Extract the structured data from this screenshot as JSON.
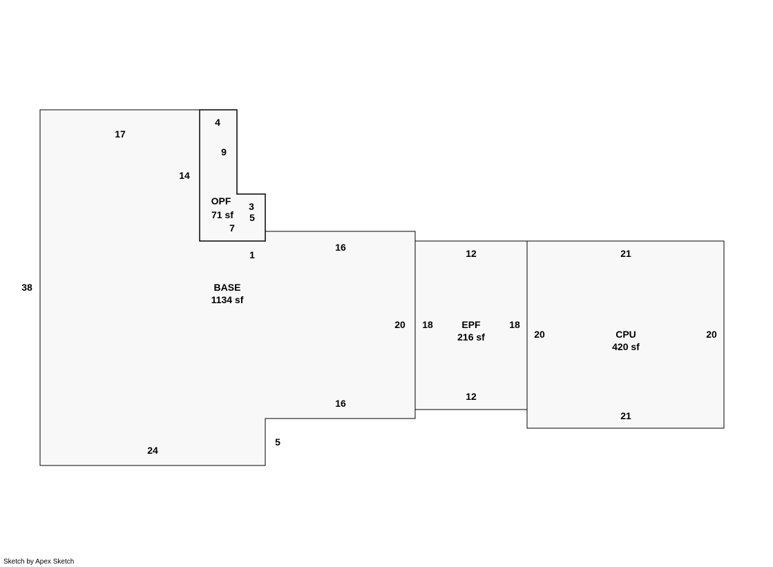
{
  "credit": "Sketch by Apex Sketch",
  "areas": {
    "base": {
      "name": "BASE",
      "size": "1134 sf"
    },
    "opf": {
      "name": "OPF",
      "size": "71 sf"
    },
    "epf": {
      "name": "EPF",
      "size": "216 sf"
    },
    "cpu": {
      "name": "CPU",
      "size": "420 sf"
    }
  },
  "dimensions": {
    "base_left": "38",
    "base_top": "17",
    "base_opf_left": "14",
    "base_lower_top": "16",
    "base_right": "20",
    "base_lower_bottom": "16",
    "base_step": "5",
    "base_bottom": "24",
    "base_opf_bottom": "1",
    "opf_top": "4",
    "opf_upper_right": "9",
    "opf_step": "3",
    "opf_lower_right": "5",
    "opf_bottom": "7",
    "epf_top": "12",
    "epf_left": "18",
    "epf_right": "18",
    "epf_bottom": "12",
    "cpu_top": "21",
    "cpu_left": "20",
    "cpu_right": "20",
    "cpu_bottom": "21"
  }
}
